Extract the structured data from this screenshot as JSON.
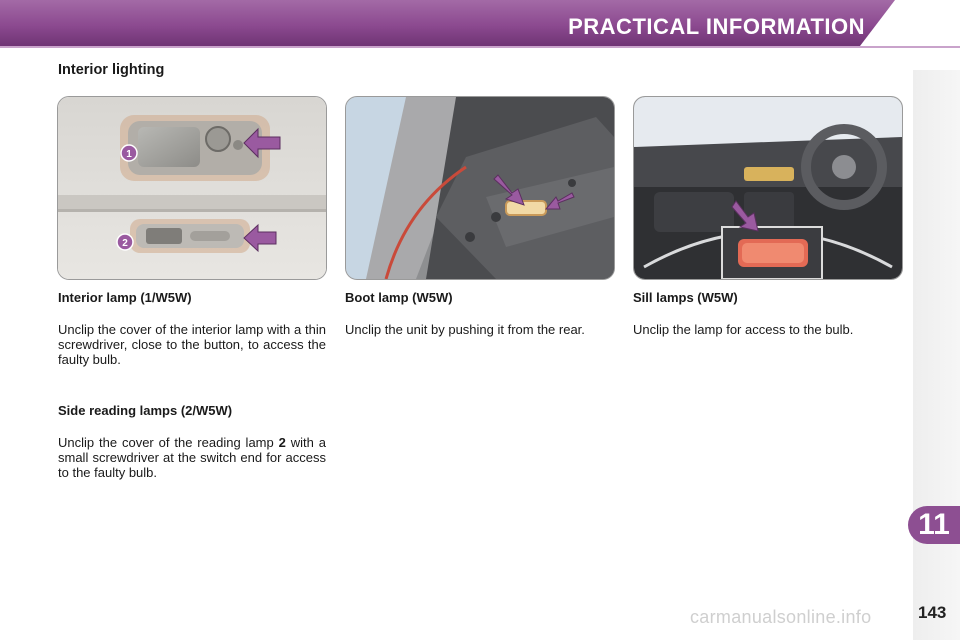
{
  "header": {
    "title": "PRACTICAL INFORMATION"
  },
  "section": {
    "title": "Interior lighting"
  },
  "images": {
    "interior_lamp": {
      "callouts": [
        "1",
        "2"
      ]
    },
    "boot_lamp": {},
    "sill_lamp": {}
  },
  "columns": {
    "interior_lamp": {
      "heading": "Interior lamp (1/W5W)",
      "text": "Unclip the cover of the interior lamp with a thin screwdriver, close to the button, to access the faulty bulb."
    },
    "side_reading": {
      "heading": "Side reading lamps (2/W5W)",
      "text_before": "Unclip the cover of the reading lamp",
      "ref": "2",
      "text_after": "with a small screwdriver at the switch end for access to the faulty bulb."
    },
    "boot_lamp": {
      "heading": "Boot lamp (W5W)",
      "text": "Unclip the unit by pushing it from the rear."
    },
    "sill_lamps": {
      "heading": "Sill lamps (W5W)",
      "text": "Unclip the lamp for access to the bulb."
    }
  },
  "chapter_tab": "11",
  "page_number": "143",
  "watermark": "carmanualsonline.info",
  "colors": {
    "brand_purple": "#8c4a90",
    "arrow_purple": "#9a5aa0"
  }
}
